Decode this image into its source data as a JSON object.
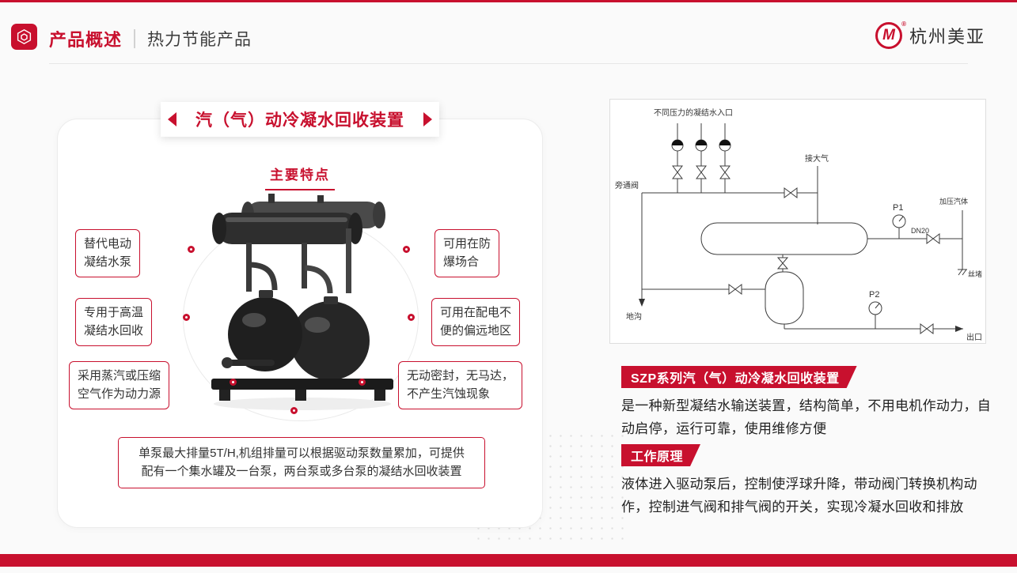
{
  "colors": {
    "accent_red": "#c8102e",
    "text_dark": "#333333",
    "background": "#fafafa"
  },
  "header": {
    "title": "产品概述",
    "subtitle": "热力节能产品",
    "brand": {
      "monogram": "M",
      "reg": "®",
      "name": "杭州美亚"
    }
  },
  "left_panel": {
    "banner_title": "汽（气）动冷凝水回收装置",
    "features_heading": "主要特点",
    "features_left": [
      {
        "lines": [
          "替代电动",
          "凝结水泵"
        ]
      },
      {
        "lines": [
          "专用于高温",
          "凝结水回收"
        ]
      },
      {
        "lines": [
          "采用蒸汽或压缩",
          "空气作为动力源"
        ]
      }
    ],
    "features_right": [
      {
        "lines": [
          "可用在防",
          "爆场合"
        ]
      },
      {
        "lines": [
          "可用在配电不",
          "便的偏远地区"
        ]
      },
      {
        "lines": [
          "无动密封，无马达，",
          "不产生汽蚀现象"
        ]
      }
    ],
    "summary_lines": [
      "单泵最大排量5T/H,机组排量可以根据驱动泵数量累加，可提供",
      "配有一个集水罐及一台泵，两台泵或多台泵的凝结水回收装置"
    ]
  },
  "diagram": {
    "labels": {
      "inlet_top": "不同压力的凝结水入口",
      "to_atmosphere": "接大气",
      "bypass_valve": "旁通阀",
      "floor_drain": "地沟",
      "gauge1": "P1",
      "dn20": "DN20",
      "pressurized_gas": "加压汽体",
      "plug": "丝堵",
      "gauge2": "P2",
      "outlet": "出口"
    }
  },
  "sections": [
    {
      "title": "SZP系列汽（气）动冷凝水回收装置",
      "body": "是一种新型凝结水输送装置，结构简单，不用电机作动力，自动启停，运行可靠，使用维修方便"
    },
    {
      "title": "工作原理",
      "body": "液体进入驱动泵后，控制使浮球升降，带动阀门转换机构动作，控制进气阀和排气阀的开关，实现冷凝水回收和排放"
    }
  ]
}
